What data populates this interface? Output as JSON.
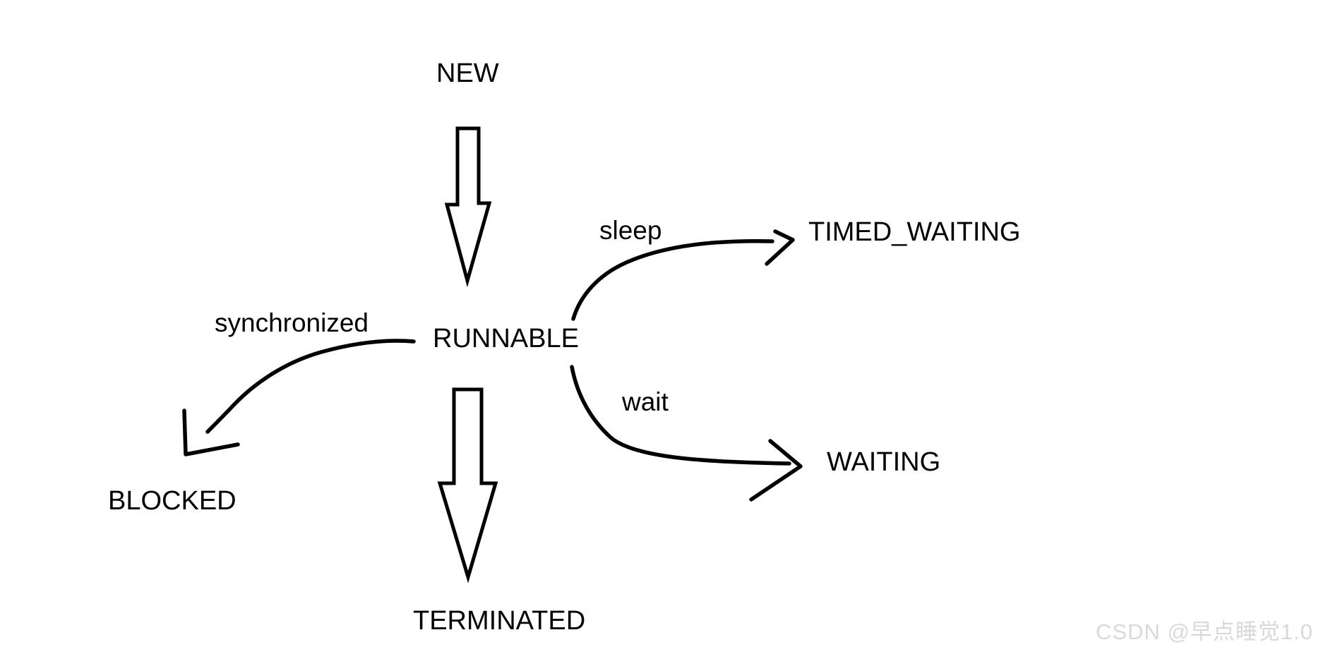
{
  "diagram": {
    "type": "state-diagram",
    "topic": "thread lifecycle states",
    "nodes": [
      {
        "id": "new",
        "label": "NEW"
      },
      {
        "id": "runnable",
        "label": "RUNNABLE"
      },
      {
        "id": "timed-waiting",
        "label": "TIMED_WAITING"
      },
      {
        "id": "waiting",
        "label": "WAITING"
      },
      {
        "id": "blocked",
        "label": "BLOCKED"
      },
      {
        "id": "terminated",
        "label": "TERMINATED"
      }
    ],
    "edges": [
      {
        "from": "NEW",
        "to": "RUNNABLE",
        "label": "",
        "style": "block-arrow"
      },
      {
        "from": "RUNNABLE",
        "to": "TIMED_WAITING",
        "label": "sleep",
        "style": "curved-arrow"
      },
      {
        "from": "RUNNABLE",
        "to": "WAITING",
        "label": "wait",
        "style": "curved-arrow"
      },
      {
        "from": "RUNNABLE",
        "to": "BLOCKED",
        "label": "synchronized",
        "style": "curved-arrow"
      },
      {
        "from": "RUNNABLE",
        "to": "TERMINATED",
        "label": "",
        "style": "block-arrow"
      }
    ],
    "colors": {
      "stroke": "#000000",
      "text": "#000000",
      "background": "#ffffff"
    }
  },
  "watermark": {
    "text": "CSDN @早点睡觉1.0",
    "color": "#d9d9d9"
  }
}
